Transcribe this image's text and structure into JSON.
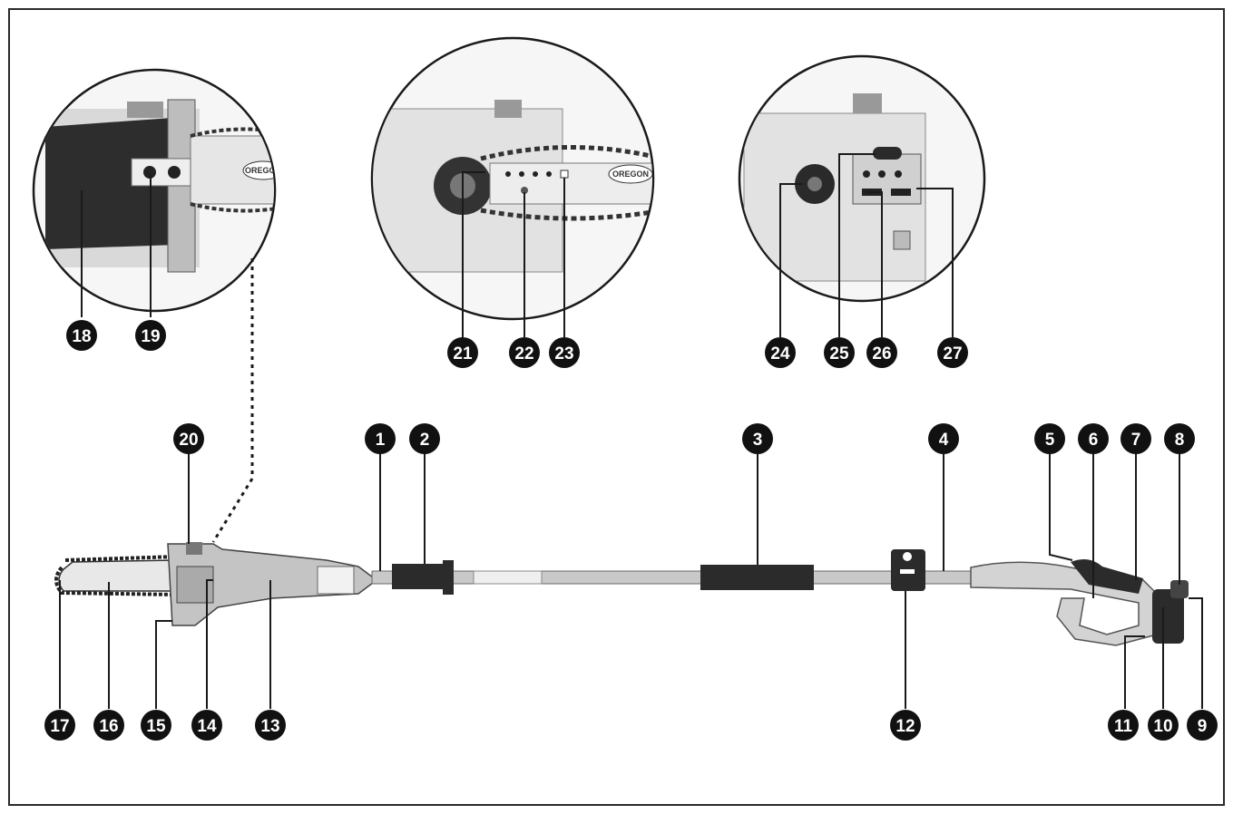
{
  "figure": {
    "brand_label": "OREGON",
    "callouts": [
      {
        "id": "c1",
        "label": "1"
      },
      {
        "id": "c2",
        "label": "2"
      },
      {
        "id": "c3",
        "label": "3"
      },
      {
        "id": "c4",
        "label": "4"
      },
      {
        "id": "c5",
        "label": "5"
      },
      {
        "id": "c6",
        "label": "6"
      },
      {
        "id": "c7",
        "label": "7"
      },
      {
        "id": "c8",
        "label": "8"
      },
      {
        "id": "c9",
        "label": "9"
      },
      {
        "id": "c10",
        "label": "10"
      },
      {
        "id": "c11",
        "label": "11"
      },
      {
        "id": "c12",
        "label": "12"
      },
      {
        "id": "c13",
        "label": "13"
      },
      {
        "id": "c14",
        "label": "14"
      },
      {
        "id": "c15",
        "label": "15"
      },
      {
        "id": "c16",
        "label": "16"
      },
      {
        "id": "c17",
        "label": "17"
      },
      {
        "id": "c18",
        "label": "18"
      },
      {
        "id": "c19",
        "label": "19"
      },
      {
        "id": "c20",
        "label": "20"
      },
      {
        "id": "c21",
        "label": "21"
      },
      {
        "id": "c22",
        "label": "22"
      },
      {
        "id": "c23",
        "label": "23"
      },
      {
        "id": "c24",
        "label": "24"
      },
      {
        "id": "c25",
        "label": "25"
      },
      {
        "id": "c26",
        "label": "26"
      },
      {
        "id": "c27",
        "label": "27"
      }
    ]
  },
  "colors": {
    "line": "#1a1a1a",
    "callout_fill": "#111111",
    "tool_grey": "#c8c8c8",
    "tool_dark": "#2b2b2b",
    "circle_fill": "#f4f4f4"
  }
}
